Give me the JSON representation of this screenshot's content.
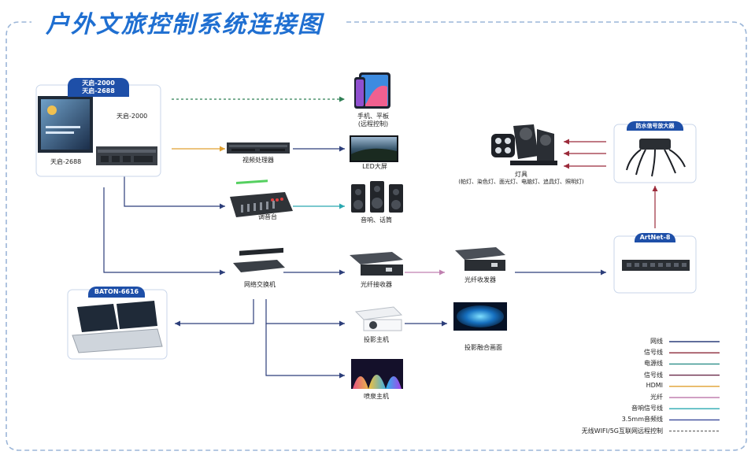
{
  "title": "户外文旅控制系统连接图",
  "controller": {
    "badge_line1": "天启-2000",
    "badge_line2": "天启-2688",
    "label_2000": "天启-2000",
    "label_2688": "天启-2688"
  },
  "nodes": {
    "phone": {
      "line1": "手机、平板",
      "line2": "(远程控制)"
    },
    "video_processor": "视频处理器",
    "led": "LED大屏",
    "mixer": "调音台",
    "speakers": "音响、话筒",
    "switch": "网络交换机",
    "fiber_rx": "光纤接收器",
    "fiber_tx": "光纤收发器",
    "projector": "投影主机",
    "projection_fusion": "投影融合画面",
    "fountain": "喷泉主机",
    "baton": "BATON-6616",
    "lights": {
      "line1": "灯具",
      "line2": "(帕灯、染色灯、面光灯、电脑灯、追具灯、照明灯)"
    },
    "amplifier": "防水信号放大器",
    "artnet": "ArtNet-8"
  },
  "legend": [
    {
      "label": "网线",
      "color": "#2c3e7a",
      "dashed": false
    },
    {
      "label": "信号线",
      "color": "#8b2a3a",
      "dashed": false
    },
    {
      "label": "电源线",
      "color": "#2f8f8a",
      "dashed": false
    },
    {
      "label": "信号线",
      "color": "#6a2a4a",
      "dashed": false
    },
    {
      "label": "HDMI",
      "color": "#e0a030",
      "dashed": false
    },
    {
      "label": "光纤",
      "color": "#c080b0",
      "dashed": false
    },
    {
      "label": "音响信号线",
      "color": "#2aa8b0",
      "dashed": false
    },
    {
      "label": "3.5mm音频线",
      "color": "#3a4a9a",
      "dashed": false
    },
    {
      "label": "无线WIFI/5G互联网远程控制",
      "color": "#777777",
      "dashed": true
    }
  ]
}
